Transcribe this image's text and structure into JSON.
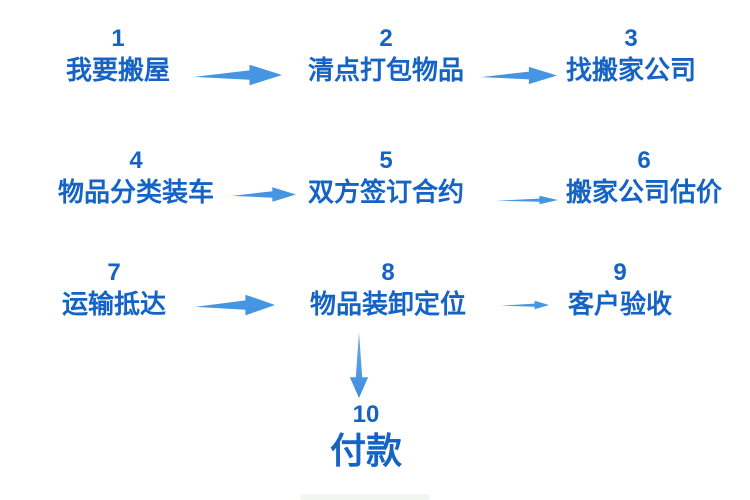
{
  "diagram": {
    "name": "moving-house-process-flowchart",
    "language": "zh-CN",
    "colors": {
      "text": "#1463c5",
      "arrow": "#4695e2",
      "background": "#ffffff"
    },
    "steps": [
      {
        "num": "1",
        "label": "我要搬屋"
      },
      {
        "num": "2",
        "label": "清点打包物品"
      },
      {
        "num": "3",
        "label": "找搬家公司"
      },
      {
        "num": "4",
        "label": "物品分类装车"
      },
      {
        "num": "5",
        "label": "双方签订合约"
      },
      {
        "num": "6",
        "label": "搬家公司估价"
      },
      {
        "num": "7",
        "label": "运输抵达"
      },
      {
        "num": "8",
        "label": "物品装卸定位"
      },
      {
        "num": "9",
        "label": "客户验收"
      },
      {
        "num": "10",
        "label": "付款"
      }
    ],
    "arrows": [
      {
        "from": "1",
        "to": "2",
        "direction": "right"
      },
      {
        "from": "2",
        "to": "3",
        "direction": "right"
      },
      {
        "from": "4",
        "to": "5",
        "direction": "right"
      },
      {
        "from": "5",
        "to": "6",
        "direction": "right"
      },
      {
        "from": "7",
        "to": "8",
        "direction": "right"
      },
      {
        "from": "8",
        "to": "9",
        "direction": "right"
      },
      {
        "from": "8",
        "to": "10",
        "direction": "down"
      }
    ]
  }
}
